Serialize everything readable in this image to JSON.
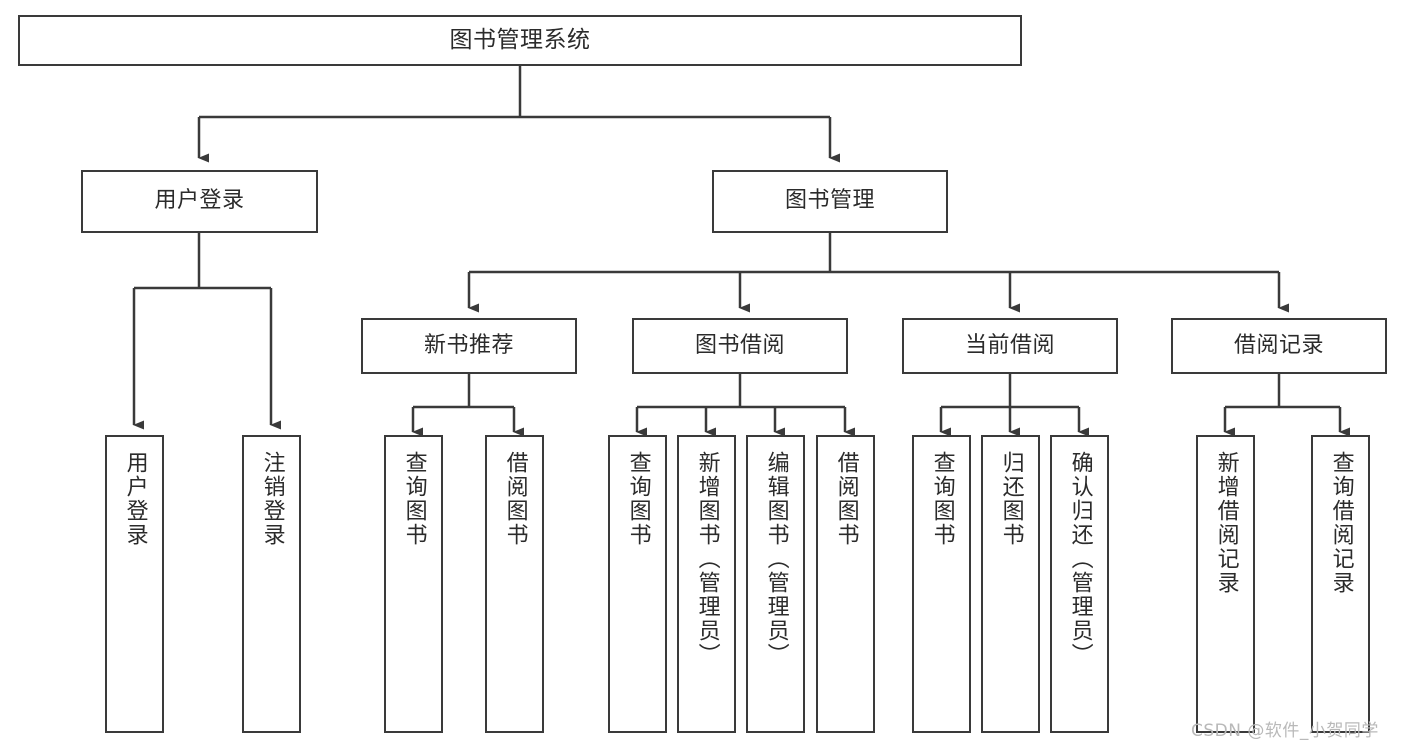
{
  "diagram": {
    "type": "tree",
    "title": "图书管理系统",
    "root": {
      "label": "图书管理系统"
    },
    "level1": [
      {
        "label": "用户登录"
      },
      {
        "label": "图书管理"
      }
    ],
    "level2": [
      {
        "label": "新书推荐",
        "parent": "图书管理"
      },
      {
        "label": "图书借阅",
        "parent": "图书管理"
      },
      {
        "label": "当前借阅",
        "parent": "图书管理"
      },
      {
        "label": "借阅记录",
        "parent": "图书管理"
      }
    ],
    "leaves": {
      "user_login": [
        {
          "label": "用户登录"
        },
        {
          "label": "注销登录"
        }
      ],
      "new_book_recommend": [
        {
          "label": "查询图书"
        },
        {
          "label": "借阅图书"
        }
      ],
      "book_borrow": [
        {
          "label": "查询图书"
        },
        {
          "label": "新增图书（管理员）"
        },
        {
          "label": "编辑图书（管理员）"
        },
        {
          "label": "借阅图书"
        }
      ],
      "current_borrow": [
        {
          "label": "查询图书"
        },
        {
          "label": "归还图书"
        },
        {
          "label": "确认归还（管理员）"
        }
      ],
      "borrow_record": [
        {
          "label": "新增借阅记录"
        },
        {
          "label": "查询借阅记录"
        }
      ]
    }
  },
  "watermark": {
    "text": "CSDN @软件_小贺同学"
  },
  "colors": {
    "stroke": "#3a3a3a",
    "text": "#2b2b2b",
    "background": "#ffffff",
    "watermark": "#b9b9b9"
  }
}
